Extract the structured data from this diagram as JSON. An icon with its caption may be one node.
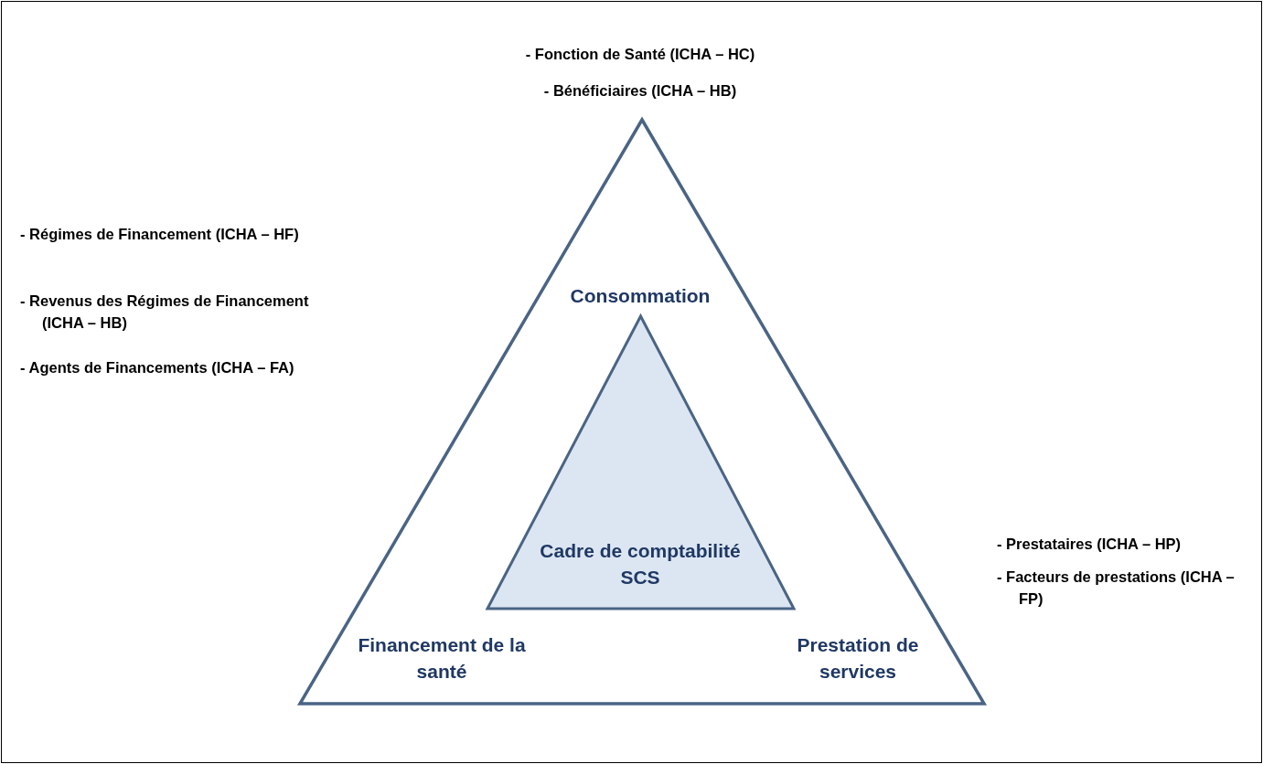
{
  "diagram": {
    "nodes": [
      {
        "text": [
          "Consommation",
          "Financement de la santé",
          "Prestation de services"
        ]
      },
      {
        "text": [
          "Cadre de comptabilité SCS"
        ],
        "in": 0
      }
    ],
    "labels": [
      "- Fonction de Santé (ICHA – HC)",
      "- Bénéficiaires (ICHA – HB)",
      "- Régimes de Financement (ICHA – HF)",
      "- Revenus des Régimes de Financement (ICHA – HB)",
      "- Agents de Financements (ICHA – FA)",
      "- Prestataires (ICHA – HP)",
      "- Facteurs de prestations (ICHA – FP)"
    ]
  }
}
